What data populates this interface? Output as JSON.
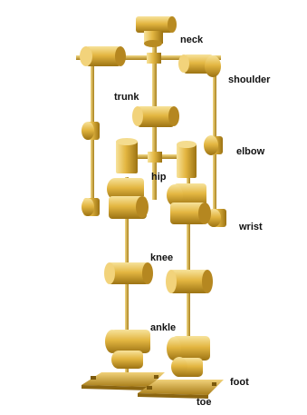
{
  "labels": {
    "neck": "neck",
    "shoulder": "shoulder",
    "trunk": "trunk",
    "elbow": "elbow",
    "hip": "hip",
    "wrist": "wrist",
    "knee": "knee",
    "ankle": "ankle",
    "foot": "foot",
    "toe": "toe"
  },
  "colors": {
    "gold_light": "#f6df8f",
    "gold_mid": "#e2b43e",
    "gold_dark": "#a27714",
    "rod": "#c9a23a",
    "background": "#ffffff",
    "text": "#111111"
  }
}
